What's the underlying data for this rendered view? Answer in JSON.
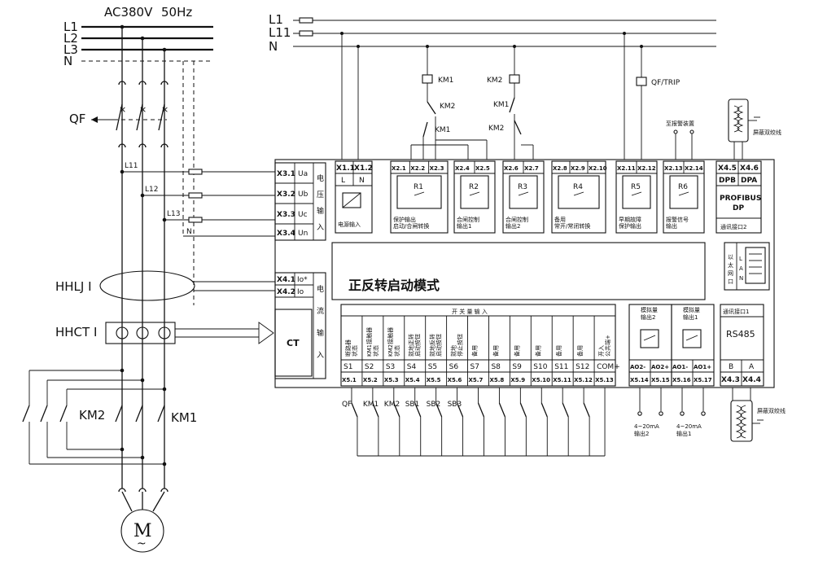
{
  "power": {
    "supply": "AC380V",
    "freq": "50Hz",
    "phases": [
      "L1",
      "L2",
      "L3",
      "N"
    ],
    "qf": "QF",
    "branches": [
      "L11",
      "L12",
      "L13",
      "N"
    ],
    "hhlj": "HHLJ Ⅰ",
    "hhct": "HHCT Ⅰ",
    "km1": "KM1",
    "km2": "KM2",
    "motor": "M"
  },
  "control": {
    "rails": [
      "L1",
      "L11",
      "N"
    ],
    "coils": [
      {
        "label": "KM1"
      },
      {
        "label": "KM2"
      },
      {
        "label": "QF/TRIP"
      }
    ],
    "interlocks": [
      "KM2",
      "KM1",
      "KM1",
      "KM2"
    ]
  },
  "device": {
    "mode": "正反转启动模式",
    "voltage_terms": [
      {
        "term": "X3.1",
        "sig": "Ua"
      },
      {
        "term": "X3.2",
        "sig": "Ub"
      },
      {
        "term": "X3.3",
        "sig": "Uc"
      },
      {
        "term": "X3.4",
        "sig": "Un"
      }
    ],
    "voltage_label": [
      "电",
      "压",
      "输",
      "入"
    ],
    "current_terms": [
      {
        "term": "X4.1",
        "sig": "Io*"
      },
      {
        "term": "X4.2",
        "sig": "Io"
      }
    ],
    "current_label": [
      "电",
      "流",
      "输",
      "入"
    ],
    "ct": "CT",
    "power_in": {
      "terms": [
        "X1.1",
        "X1.2"
      ],
      "subs": [
        "L",
        "N"
      ],
      "name": "电源输入"
    },
    "relays": [
      {
        "terms": [
          "X2.1",
          "X2.2",
          "X2.3"
        ],
        "r": "R1",
        "name": "保护输出\n启动/合闸转换"
      },
      {
        "terms": [
          "X2.4",
          "X2.5"
        ],
        "r": "R2",
        "name": "合闸控制\n输出1"
      },
      {
        "terms": [
          "X2.6",
          "X2.7"
        ],
        "r": "R3",
        "name": "合闸控制\n输出2"
      },
      {
        "terms": [
          "X2.8",
          "X2.9",
          "X2.10"
        ],
        "r": "R4",
        "name": "备用\n常开/常闭转换"
      },
      {
        "terms": [
          "X2.11",
          "X2.12"
        ],
        "r": "R5",
        "name": "早期故障\n保护输出"
      },
      {
        "terms": [
          "X2.13",
          "X2.14"
        ],
        "r": "R6",
        "name": "报警信号\n输出"
      }
    ],
    "alarm_device": "至报警装置",
    "profibus": {
      "terms": [
        "X4.5",
        "X4.6"
      ],
      "subs": [
        "DPB",
        "DPA"
      ],
      "name1": "PROFIBUS",
      "name2": "DP",
      "port": "通讯接口2"
    },
    "shield_top": "屏蔽双绞线",
    "ethernet": [
      "以",
      "太",
      "网",
      "口"
    ],
    "lan": [
      "L",
      "A",
      "N"
    ],
    "di_header": "开 关 量 输 入",
    "di": [
      {
        "desc": "断路器\n状态",
        "s": "S1",
        "x": "X5.1"
      },
      {
        "desc": "KM1接触器\n状态",
        "s": "S2",
        "x": "X5.2"
      },
      {
        "desc": "KM2接触器\n状态",
        "s": "S3",
        "x": "X5.3"
      },
      {
        "desc": "就地正转\n启动按钮",
        "s": "S4",
        "x": "X5.4"
      },
      {
        "desc": "就地反转\n启动按钮",
        "s": "S5",
        "x": "X5.5"
      },
      {
        "desc": "就地\n停止按钮",
        "s": "S6",
        "x": "X5.6"
      },
      {
        "desc": "备用",
        "s": "S7",
        "x": "X5.7"
      },
      {
        "desc": "备用",
        "s": "S8",
        "x": "X5.8"
      },
      {
        "desc": "备用",
        "s": "S9",
        "x": "X5.9"
      },
      {
        "desc": "备用",
        "s": "S10",
        "x": "X5.10"
      },
      {
        "desc": "备用",
        "s": "S11",
        "x": "X5.11"
      },
      {
        "desc": "备用",
        "s": "S12",
        "x": "X5.12"
      },
      {
        "desc": "开入\n公共端+",
        "s": "COM+",
        "x": "X5.13"
      }
    ],
    "di_inputs": [
      "QF",
      "KM1",
      "KM2",
      "SB1",
      "SB2",
      "SB3"
    ],
    "ao": [
      {
        "title": "模拟量\n输出2",
        "subs": [
          "AO2-",
          "AO2+"
        ],
        "terms": [
          "X5.14",
          "X5.15"
        ],
        "out": "4~20mA\n输出2"
      },
      {
        "title": "模拟量\n输出1",
        "subs": [
          "AO1-",
          "AO1+"
        ],
        "terms": [
          "X5.16",
          "X5.17"
        ],
        "out": "4~20mA\n输出1"
      }
    ],
    "rs485": {
      "port": "通讯接口1",
      "name": "RS485",
      "subs": [
        "B",
        "A"
      ],
      "terms": [
        "X4.3",
        "X4.4"
      ]
    },
    "shield_bottom": "屏蔽双绞线"
  }
}
